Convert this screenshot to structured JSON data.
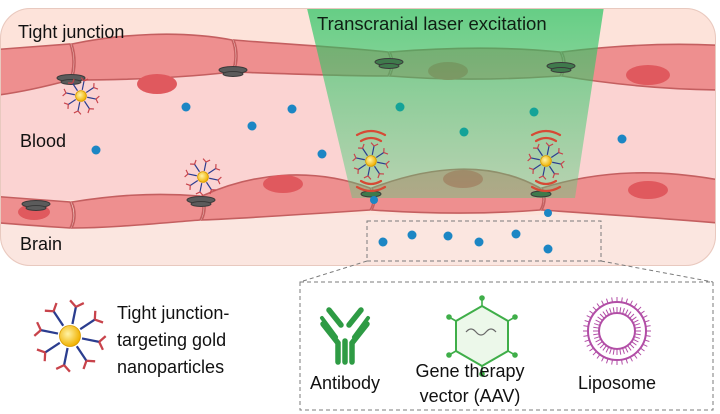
{
  "labels": {
    "tight_junction": "Tight junction",
    "laser": "Transcranial laser excitation",
    "blood": "Blood",
    "brain": "Brain"
  },
  "legend": {
    "nanoparticle_lines": [
      "Tight junction-",
      "targeting gold",
      "nanoparticles"
    ],
    "antibody": "Antibody",
    "gene_vector_lines": [
      "Gene therapy",
      "vector (AAV)"
    ],
    "liposome": "Liposome"
  },
  "colors": {
    "background_top": "#fde3da",
    "blood": "#fbd3d2",
    "cell_fill": "#ee8f8f",
    "cell_edge": "#c45f60",
    "nucleus": "#e0595e",
    "laser_green": "#22c55e",
    "cell_in_laser": "#5f9d6a",
    "cargo_dot": "#1c86c4",
    "cargo_dot_in_laser": "#14a398",
    "gold_core": "#f5bd1c",
    "antibody_green": "#2e9b44",
    "gene_vector_green": "#3fae49",
    "liposome_purple": "#b24ea6"
  }
}
